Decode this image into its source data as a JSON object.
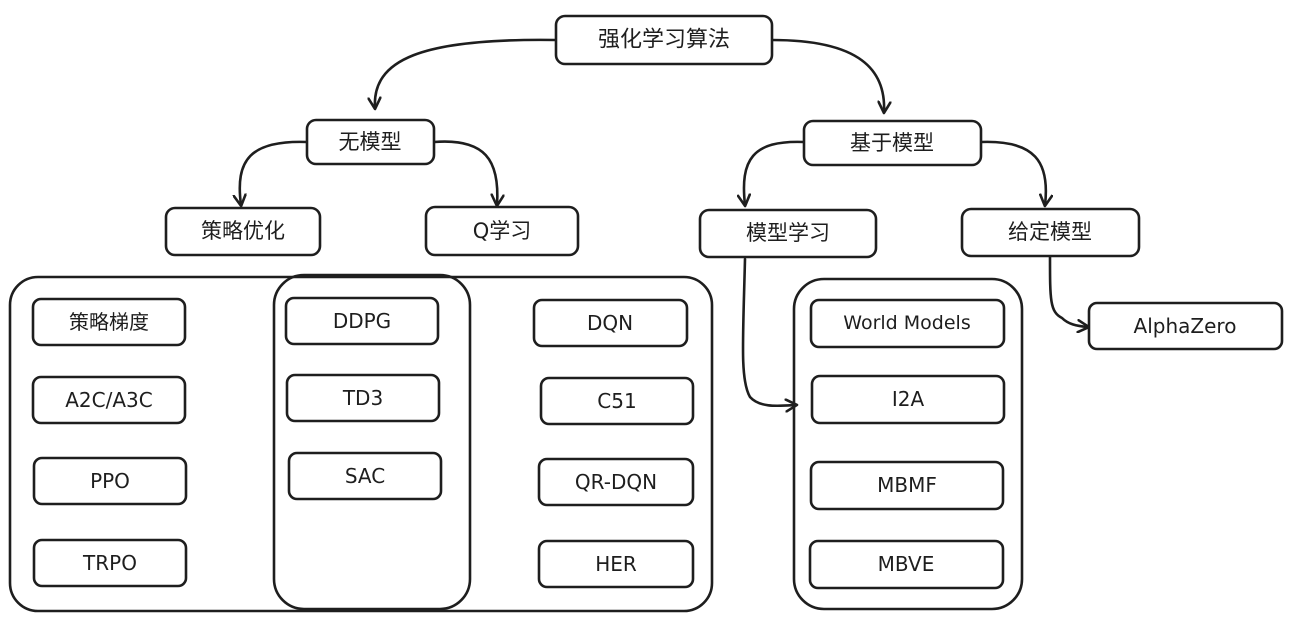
{
  "diagram": {
    "root": {
      "label": "强化学习算法"
    },
    "branches": {
      "model_free": {
        "label": "无模型"
      },
      "model_based": {
        "label": "基于模型"
      }
    },
    "categories": {
      "policy_optimization": {
        "label": "策略优化"
      },
      "q_learning": {
        "label": "Q学习"
      },
      "learn_the_model": {
        "label": "模型学习"
      },
      "given_the_model": {
        "label": "给定模型"
      }
    },
    "algorithms": {
      "policy_gradient": "策略梯度",
      "a2c_a3c": "A2C/A3C",
      "ppo": "PPO",
      "trpo": "TRPO",
      "ddpg": "DDPG",
      "td3": "TD3",
      "sac": "SAC",
      "dqn": "DQN",
      "c51": "C51",
      "qr_dqn": "QR-DQN",
      "her": "HER",
      "world_models": "World Models",
      "i2a": "I2A",
      "mbmf": "MBMF",
      "mbve": "MBVE",
      "alphazero": "AlphaZero"
    }
  }
}
